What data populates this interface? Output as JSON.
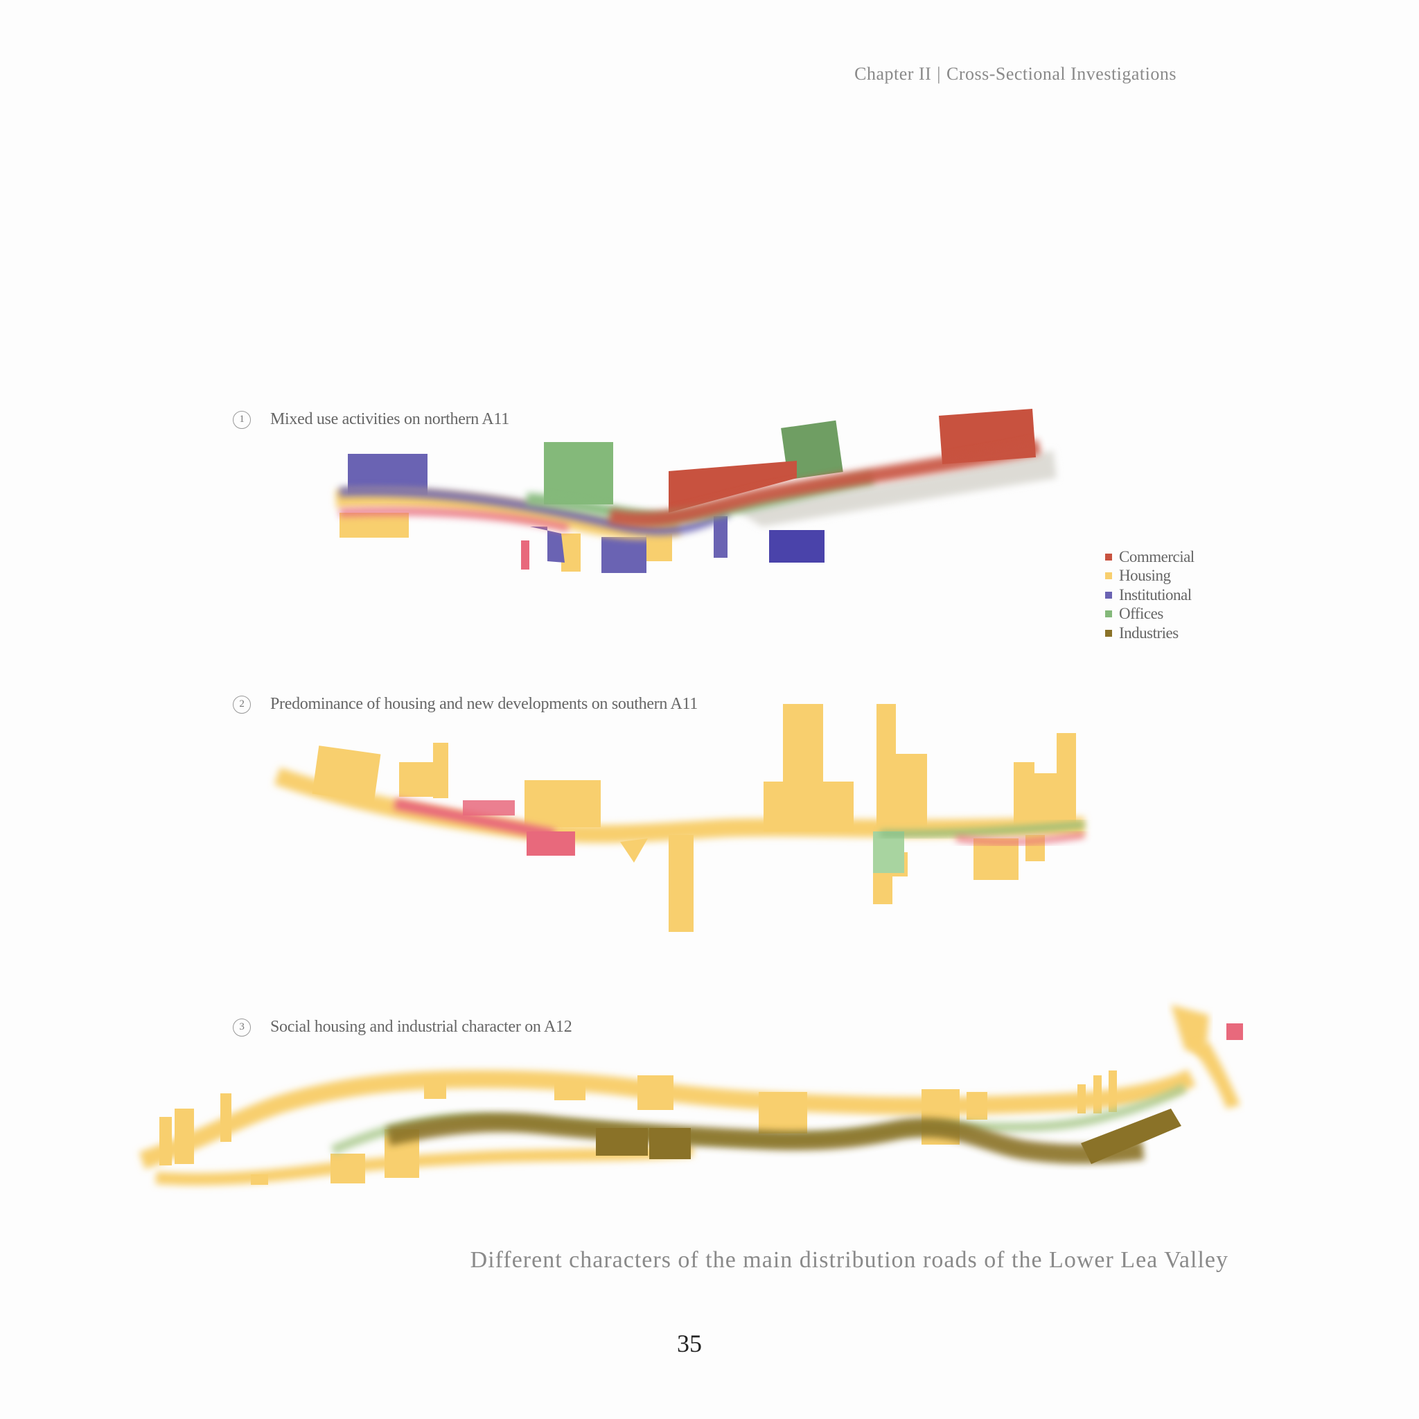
{
  "header": {
    "chapter": "Chapter II",
    "separator": "|",
    "section": "Cross-Sectional Investigations"
  },
  "sections": [
    {
      "number": "1",
      "label": "Mixed use activities on northern A11"
    },
    {
      "number": "2",
      "label": "Predominance of housing and new developments on southern A11"
    },
    {
      "number": "3",
      "label": "Social housing and industrial character on A12"
    }
  ],
  "legend": [
    {
      "label": "Commercial",
      "color": "#c8523f"
    },
    {
      "label": "Housing",
      "color": "#f8cf6e"
    },
    {
      "label": "Institutional",
      "color": "#6a63b3"
    },
    {
      "label": "Offices",
      "color": "#84b97a"
    },
    {
      "label": "Industries",
      "color": "#8a7228"
    }
  ],
  "colors": {
    "commercial": "#c8523f",
    "housing": "#f8cf6e",
    "institutional": "#6a63b3",
    "offices": "#84b97a",
    "industries": "#8a7228",
    "pink": "#e8697c",
    "grey": "#dddbd5"
  },
  "caption": "Different characters of the main distribution roads of the Lower Lea Valley",
  "page_number": "35"
}
